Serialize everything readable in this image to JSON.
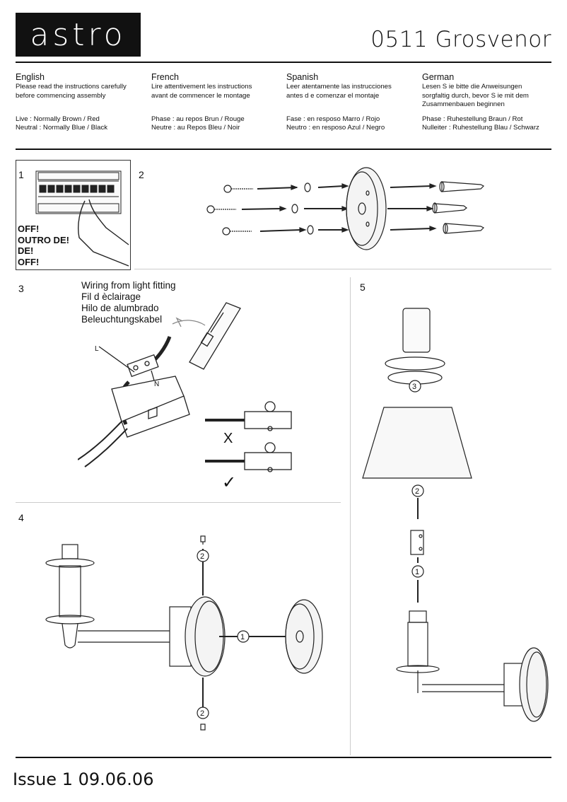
{
  "header": {
    "logo": "astro",
    "title": "0511 Grosvenor"
  },
  "languages": [
    {
      "name": "English",
      "instruction_l1": "Please read the instructions carefully",
      "instruction_l2": "before commencing assembly",
      "instruction_l3": "",
      "live": "Live : Normally Brown / Red",
      "neutral": "Neutral : Normally Blue / Black"
    },
    {
      "name": "French",
      "instruction_l1": "Lire attentivement les instructions",
      "instruction_l2": "avant de commencer le montage",
      "instruction_l3": "",
      "live": "Phase : au repos Brun / Rouge",
      "neutral": "Neutre : au Repos Bleu / Noir"
    },
    {
      "name": "Spanish",
      "instruction_l1": "Leer atentamente las instrucciones",
      "instruction_l2": "antes d e comenzar el montaje",
      "instruction_l3": "",
      "live": "Fase : en resposo Marro / Rojo",
      "neutral": "Neutro : en resposo Azul / Negro"
    },
    {
      "name": "German",
      "instruction_l1": "Lesen S ie bitte die Anweisungen",
      "instruction_l2": "sorgfaltig durch, bevor S ie mit dem",
      "instruction_l3": "Zusammenbauen beginnen",
      "live": "Phase : Ruhestellung Braun / Rot",
      "neutral": "Nulleiter : Ruhestellung Blau / Schwarz"
    }
  ],
  "steps": {
    "s1": "1",
    "s2": "2",
    "s3": "3",
    "s4": "4",
    "s5": "5"
  },
  "off_warning": [
    "OFF!",
    "OUTRO DE!",
    "DE!",
    "OFF!"
  ],
  "wiring_label": [
    "Wiring from light fitting",
    "Fil d èclairage",
    "Hilo de alumbrado",
    "Beleuchtungskabel"
  ],
  "diagram_labels": {
    "live": "L",
    "neutral": "N",
    "wrong": "X",
    "right": "✓",
    "callout_1": "1",
    "callout_2": "2",
    "callout_3": "3"
  },
  "footer": {
    "issue": "Issue 1 09.06.06"
  }
}
